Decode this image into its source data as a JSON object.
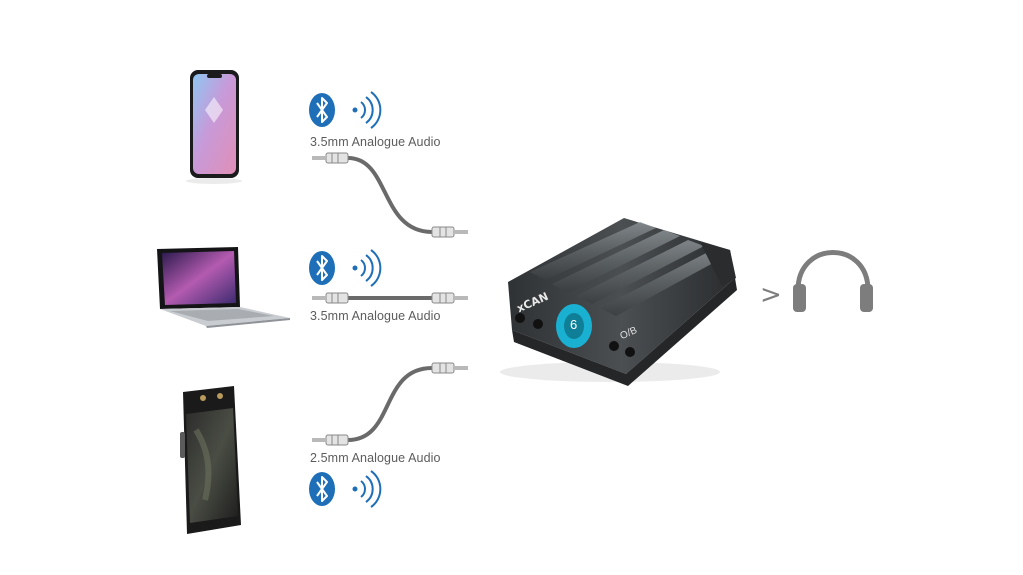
{
  "connections": [
    {
      "source": "smartphone",
      "label": "3.5mm Analogue Audio"
    },
    {
      "source": "laptop",
      "label": "3.5mm Analogue Audio"
    },
    {
      "source": "portable-music-player",
      "label": "2.5mm Analogue Audio"
    }
  ],
  "device": {
    "brand_text": "xCAN",
    "toggle_text": "O/B",
    "knob_glyph": "6"
  },
  "output": {
    "arrow_glyph": ">"
  },
  "colors": {
    "bluetooth": "#1f6fb8",
    "cable": "#6a6a6a",
    "device_body": "#3f4244",
    "knob_accent": "#1ab0d2",
    "headphones": "#7d7d7d"
  }
}
